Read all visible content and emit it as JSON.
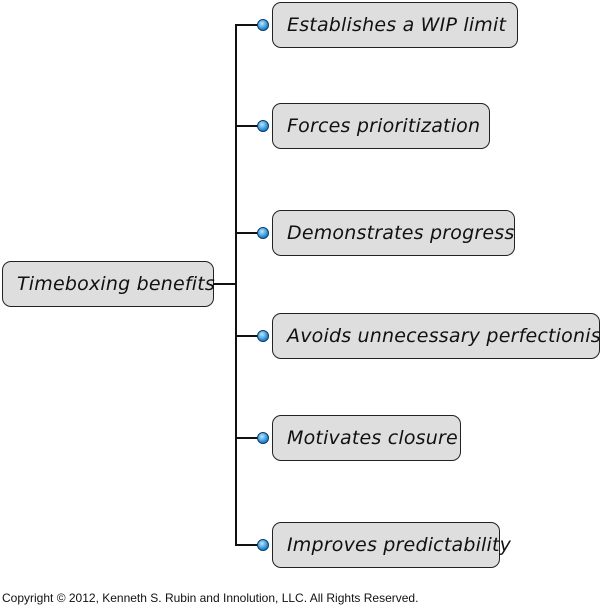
{
  "root": {
    "label": "Timeboxing benefits"
  },
  "children": [
    {
      "label": "Establishes a WIP limit"
    },
    {
      "label": "Forces prioritization"
    },
    {
      "label": "Demonstrates progress"
    },
    {
      "label": "Avoids unnecessary perfectionism"
    },
    {
      "label": "Motivates closure"
    },
    {
      "label": "Improves predictability"
    }
  ],
  "copyright": "Copyright © 2012, Kenneth S. Rubin and Innolution, LLC. All Rights Reserved."
}
